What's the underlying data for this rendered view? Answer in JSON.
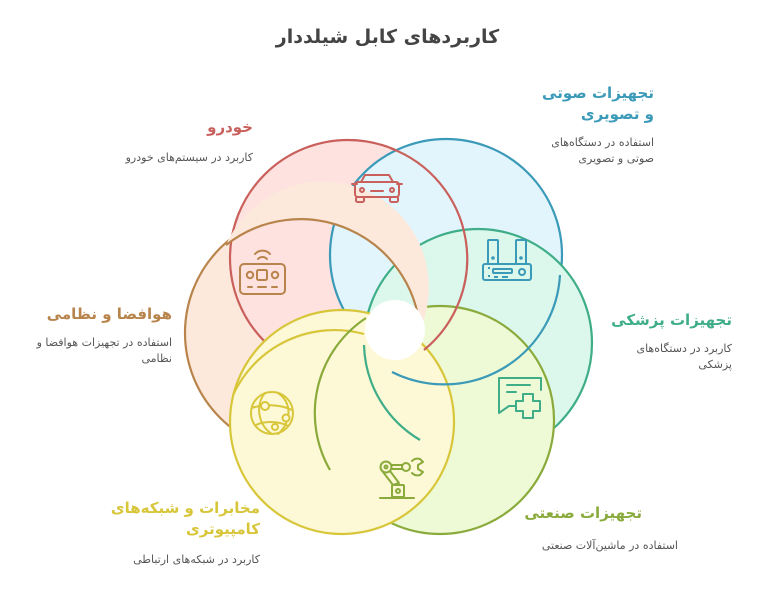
{
  "title": "کاربردهای کابل شیلددار",
  "colors": {
    "automotive": "#c9605c",
    "audio_video": "#3a9ab8",
    "medical": "#3fae88",
    "industrial": "#8aab3c",
    "telecom": "#d8c63a",
    "aerospace": "#b8844c"
  },
  "items": [
    {
      "key": "automotive",
      "title": "خودرو",
      "description": "کاربرد در سیستم‌های خودرو",
      "icon": "car-icon"
    },
    {
      "key": "audio_video",
      "title": "تجهیزات صوتی و تصویری",
      "description": "استفاده در دستگاه‌های صوتی و تصویری",
      "icon": "audio-system-icon"
    },
    {
      "key": "medical",
      "title": "تجهیزات پزشکی",
      "description": "کاربرد در دستگاه‌های پزشکی",
      "icon": "medical-chat-plus-icon"
    },
    {
      "key": "industrial",
      "title": "تجهیزات صنعتی",
      "description": "استفاده در ماشین‌آلات صنعتی",
      "icon": "robot-arm-icon"
    },
    {
      "key": "telecom",
      "title": "مخابرات و شبکه‌های کامپیوتری",
      "description": "کاربرد در شبکه‌های ارتباطی",
      "icon": "network-globe-icon"
    },
    {
      "key": "aerospace",
      "title": "هوافضا و نظامی",
      "description": "استفاده در تجهیزات هوافضا و نظامی",
      "icon": "radio-controller-icon"
    }
  ]
}
